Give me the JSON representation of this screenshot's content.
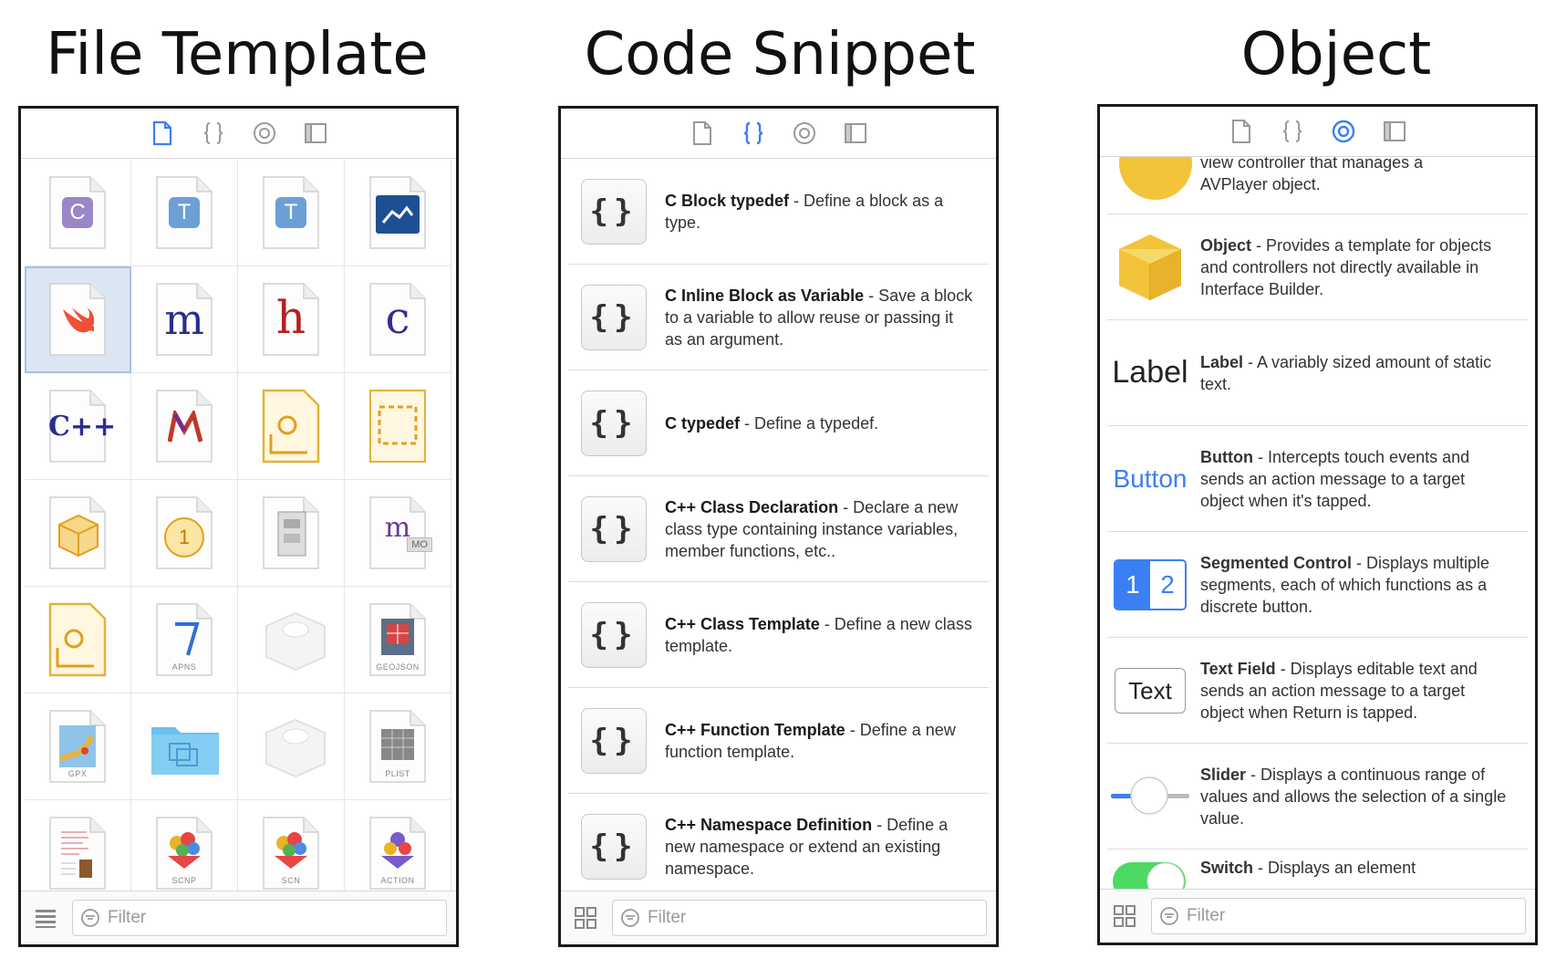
{
  "captions": {
    "file_template": "File Template",
    "code_snippet": "Code Snippet",
    "object": "Object"
  },
  "library_tabs": [
    "file-template",
    "code-snippet",
    "object",
    "media"
  ],
  "accent": "#3b7ff5",
  "file_template_panel": {
    "active_tab": "file-template",
    "items": [
      {
        "icon": "c-file-icon",
        "letter": "C"
      },
      {
        "icon": "t-file-icon",
        "letter": "T"
      },
      {
        "icon": "t-file-icon",
        "letter": "T"
      },
      {
        "icon": "sprite-file-icon"
      },
      {
        "icon": "swift-file-icon",
        "selected": true
      },
      {
        "icon": "objc-m-file-icon",
        "letter": "m"
      },
      {
        "icon": "header-h-file-icon",
        "letter": "h"
      },
      {
        "icon": "c-source-file-icon",
        "letter": "c"
      },
      {
        "icon": "cpp-file-icon",
        "letter": "C++"
      },
      {
        "icon": "metal-file-icon",
        "letter": "M"
      },
      {
        "icon": "playground-file-icon"
      },
      {
        "icon": "storyboard-file-icon"
      },
      {
        "icon": "model-cube-file-icon"
      },
      {
        "icon": "asset-file-icon",
        "letter": "1"
      },
      {
        "icon": "settings-bundle-icon"
      },
      {
        "icon": "mo-file-icon",
        "letter": "m",
        "label": "MO"
      },
      {
        "icon": "playground-page-icon"
      },
      {
        "icon": "apns-file-icon",
        "label": "APNS"
      },
      {
        "icon": "empty-box-icon"
      },
      {
        "icon": "geojson-file-icon",
        "label": "GEOJSON"
      },
      {
        "icon": "gpx-file-icon",
        "label": "GPX"
      },
      {
        "icon": "folder-icon"
      },
      {
        "icon": "empty-box-icon"
      },
      {
        "icon": "plist-file-icon",
        "label": "PLIST"
      },
      {
        "icon": "rtf-document-icon"
      },
      {
        "icon": "scenekit-particle-icon",
        "label": "SCNP"
      },
      {
        "icon": "scenekit-scene-icon",
        "label": "SCN"
      },
      {
        "icon": "spritekit-action-icon",
        "label": "ACTION"
      }
    ],
    "filter_placeholder": "Filter"
  },
  "code_snippet_panel": {
    "active_tab": "code-snippet",
    "items": [
      {
        "title": "C Block typedef",
        "desc": " - Define a block as a type."
      },
      {
        "title": "C Inline Block as Variable",
        "desc": " - Save a block to a variable to allow reuse or passing it as an argument."
      },
      {
        "title": "C typedef",
        "desc": " - Define a typedef."
      },
      {
        "title": "C++ Class Declaration",
        "desc": " - Declare a new class type containing instance variables, member functions, etc.."
      },
      {
        "title": "C++ Class Template",
        "desc": " - Define a new class template."
      },
      {
        "title": "C++ Function Template",
        "desc": " - Define a new function template."
      },
      {
        "title": "C++ Namespace Definition",
        "desc": " - Define a new namespace or extend an existing namespace."
      }
    ],
    "snippet_glyph": "{}",
    "filter_placeholder": "Filter"
  },
  "object_panel": {
    "active_tab": "object",
    "partial_top_text": "view controller that manages a AVPlayer object.",
    "items": [
      {
        "icon": "object-cube-icon",
        "title": "Object",
        "desc": " - Provides a template for objects and controllers not directly available in Interface Builder."
      },
      {
        "icon": "label-text",
        "icon_text": "Label",
        "title": "Label",
        "desc": " - A variably sized amount of static text."
      },
      {
        "icon": "button-text",
        "icon_text": "Button",
        "title": "Button",
        "desc": " - Intercepts touch events and sends an action message to a target object when it's tapped."
      },
      {
        "icon": "segmented-control-icon",
        "segments": [
          "1",
          "2"
        ],
        "title": "Segmented Control",
        "desc": " - Displays multiple segments, each of which functions as a discrete button."
      },
      {
        "icon": "text-field-icon",
        "icon_text": "Text",
        "title": "Text Field",
        "desc": " - Displays editable text and sends an action message to a target object when Return is tapped."
      },
      {
        "icon": "slider-icon",
        "title": "Slider",
        "desc": " - Displays a continuous range of values and allows the selection of a single value."
      },
      {
        "icon": "switch-icon",
        "title": "Switch",
        "desc": " - Displays an element"
      }
    ],
    "filter_placeholder": "Filter"
  }
}
